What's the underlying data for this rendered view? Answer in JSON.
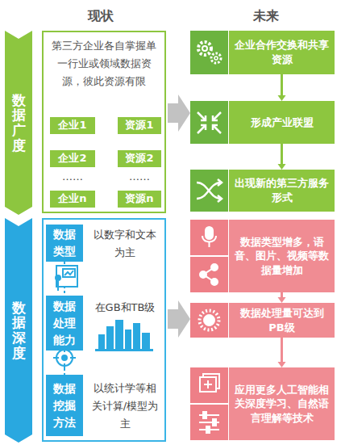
{
  "diagram": {
    "nodes": [
      {
        "text": [
          "数据广度"
        ]
      },
      {
        "text": [
          "第三方企业各自掌握单一行业或领域数据资源，彼此资源有限"
        ]
      },
      {
        "text": [
          "企业1"
        ],
        "in": 1
      },
      {
        "text": [
          "资源1"
        ],
        "in": 1
      },
      {
        "text": [
          "企业2"
        ],
        "in": 1
      },
      {
        "text": [
          "资源2"
        ],
        "in": 1
      },
      {
        "text": [
          "企业n"
        ],
        "in": 1
      },
      {
        "text": [
          "资源n"
        ],
        "in": 1
      },
      {
        "text": [
          "企业合作交换和共享资源"
        ]
      },
      {
        "text": [
          "形成产业联盟"
        ]
      },
      {
        "text": [
          "出现新的第三方服务形式"
        ]
      },
      {
        "text": [
          "数据深度"
        ]
      },
      {
        "text": [
          "数据类型"
        ]
      },
      {
        "text": [
          "数据处理能力"
        ]
      },
      {
        "text": [
          "数据挖掘方法"
        ]
      },
      {
        "text": [
          "数据类型增多，语音、图片、视频等数据量增加"
        ]
      },
      {
        "text": [
          "数据处理量可达到PB级"
        ]
      },
      {
        "text": [
          "应用更多人工智能相关深度学习、自然语言理解等技术"
        ]
      }
    ],
    "edges": [
      {
        "from": 2,
        "to": 3,
        "arrow": "none"
      },
      {
        "from": 4,
        "to": 5,
        "arrow": "none"
      },
      {
        "from": 6,
        "to": 7,
        "arrow": "none"
      },
      {
        "from": 8,
        "to": 9,
        "arrow": "to"
      },
      {
        "from": 9,
        "to": 10,
        "arrow": "to"
      },
      {
        "from": 15,
        "to": 16,
        "arrow": "to"
      },
      {
        "from": 16,
        "to": 17,
        "arrow": "to"
      }
    ],
    "labels": [
      "现状",
      "未来",
      "……",
      "……",
      "以数字和文本为主",
      "在GB和TB级",
      "以统计学等相关计算/模型为主"
    ]
  }
}
